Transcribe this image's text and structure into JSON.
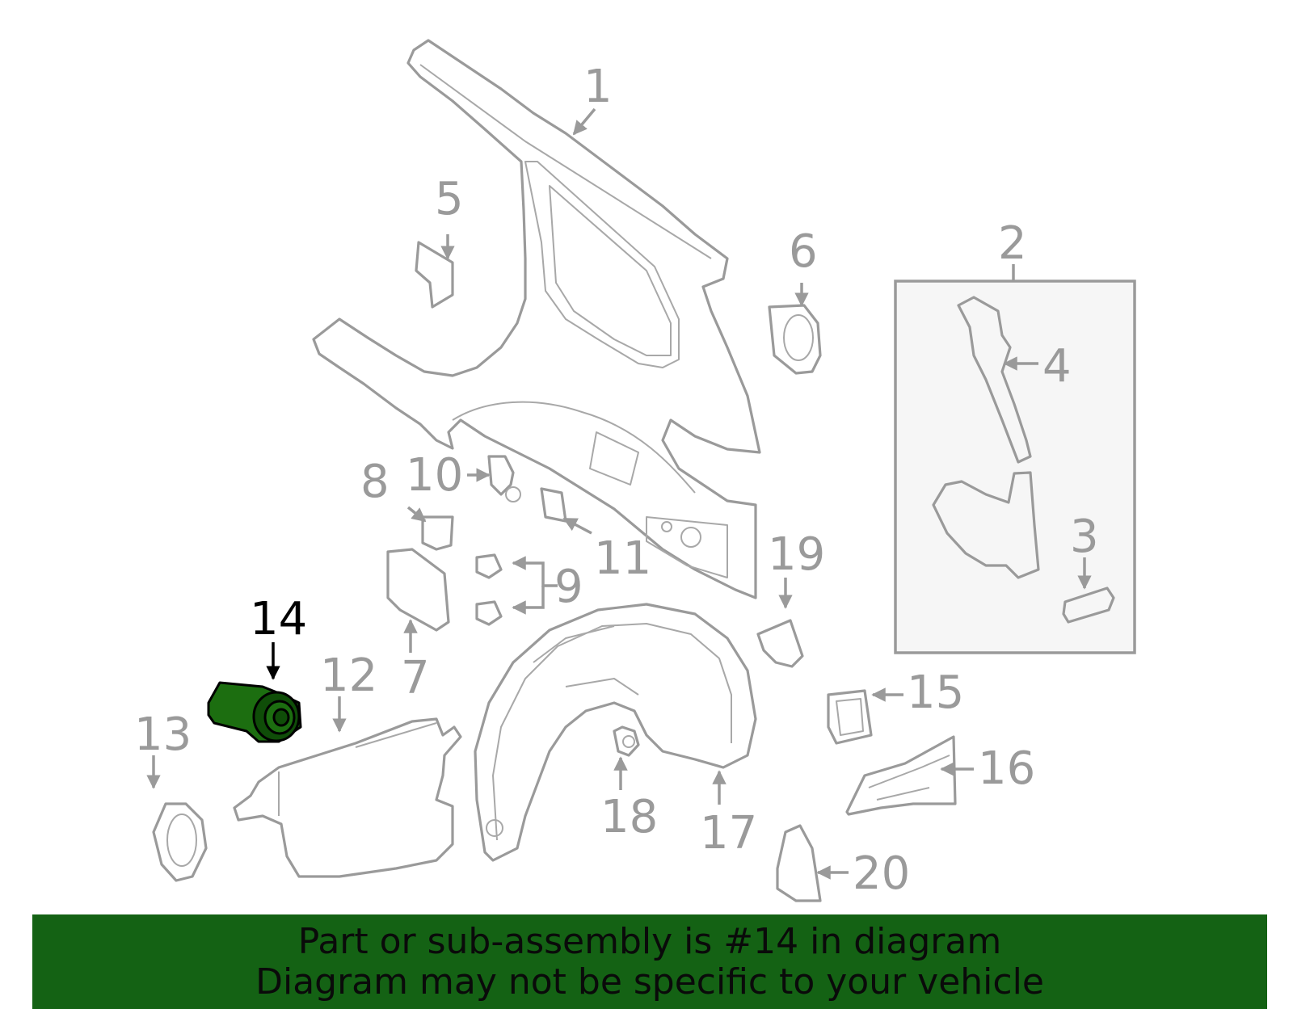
{
  "diagram": {
    "highlighted_part": "14",
    "highlight_color": "#1c6e10",
    "line_color": "#9a9a9a",
    "callouts": {
      "c1": "1",
      "c2": "2",
      "c3": "3",
      "c4": "4",
      "c5": "5",
      "c6": "6",
      "c7": "7",
      "c8": "8",
      "c9": "9",
      "c10": "10",
      "c11": "11",
      "c12": "12",
      "c13": "13",
      "c14": "14",
      "c15": "15",
      "c16": "16",
      "c17": "17",
      "c18": "18",
      "c19": "19",
      "c20": "20"
    }
  },
  "banner": {
    "line1": "Part or sub-assembly is #14 in diagram",
    "line2": "Diagram may not be specific to your vehicle",
    "background": "#146214"
  }
}
